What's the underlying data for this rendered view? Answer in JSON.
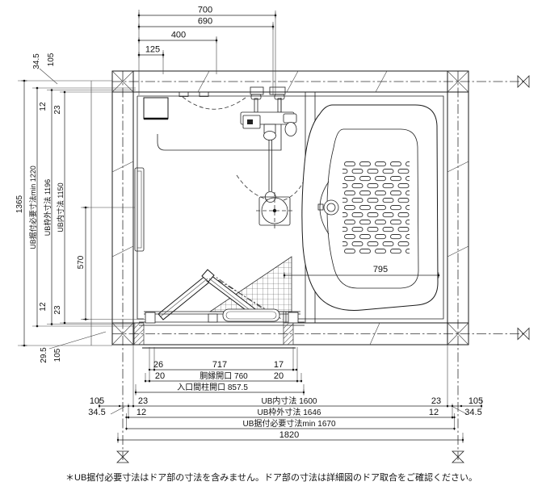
{
  "dims_top": {
    "d700": "700",
    "d690": "690",
    "d400": "400",
    "d125": "125"
  },
  "dims_left": {
    "overall": "1365",
    "install": "UB据付必要寸法min 1220",
    "frame": "UB枠外寸法 1196",
    "inner": "UB内寸法 1150",
    "grab": "570",
    "t34": "34.5",
    "t105": "105",
    "t12": "12",
    "t23": "23",
    "b12": "12",
    "b23": "23",
    "b29": "29.5",
    "b105": "105"
  },
  "dims_bottom": {
    "d26": "26",
    "d717": "717",
    "d17": "17",
    "d20l": "20",
    "d20r": "20",
    "furring": "胴縁開口 760",
    "entrance": "入口間柱開口 857.5",
    "l105": "105",
    "d23l": "23",
    "inner": "UB内寸法 1600",
    "d23r": "23",
    "r105": "105",
    "l34": "34.5",
    "d12l": "12",
    "frame": "UB枠外寸法 1646",
    "d12r": "12",
    "r34": "34.5",
    "install": "UB据付必要寸法min 1670",
    "overall": "1820"
  },
  "dims_tub": {
    "width": "795"
  },
  "note": "＊UB据付必要寸法はドア部の寸法を含みません。ドア部の寸法は詳細図のドア取合をご確認ください。",
  "colors": {
    "line": "#1a1a1a",
    "light": "#555555",
    "floor_edge": "#8a8a8a"
  }
}
